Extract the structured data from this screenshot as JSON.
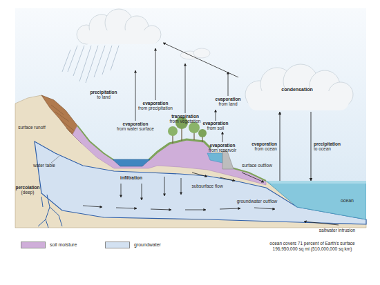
{
  "diagram": {
    "nodes": [
      {
        "text": [
          "condensation"
        ]
      },
      {
        "text": [
          "ocean"
        ]
      }
    ],
    "edges": [
      {
        "from": 1,
        "to": 0,
        "label": "evaporation from ocean",
        "arrow": "to"
      },
      {
        "from": 0,
        "to": 1,
        "label": "precipitation to ocean",
        "arrow": "to"
      }
    ],
    "labels": [
      "precipitation to land",
      "surface runoff",
      "evaporation from precipitation",
      "evaporation from water surface",
      "transpiration from vegetation",
      "evaporation from land",
      "evaporation from soil",
      "evaporation from reservoir",
      "water table",
      "infiltration",
      "subsurface flow",
      "surface outflow",
      "percolation (deep)",
      "groundwater outflow",
      "saltwater intrusion",
      "ocean covers 71 percent of Earth's surface",
      "196,950,000 sq mi (510,000,000 sq km)"
    ],
    "legend": [
      {
        "text": "soil moisture",
        "color": "#cfaed9"
      },
      {
        "text": "groundwater",
        "color": "#d3e1f1"
      }
    ]
  }
}
